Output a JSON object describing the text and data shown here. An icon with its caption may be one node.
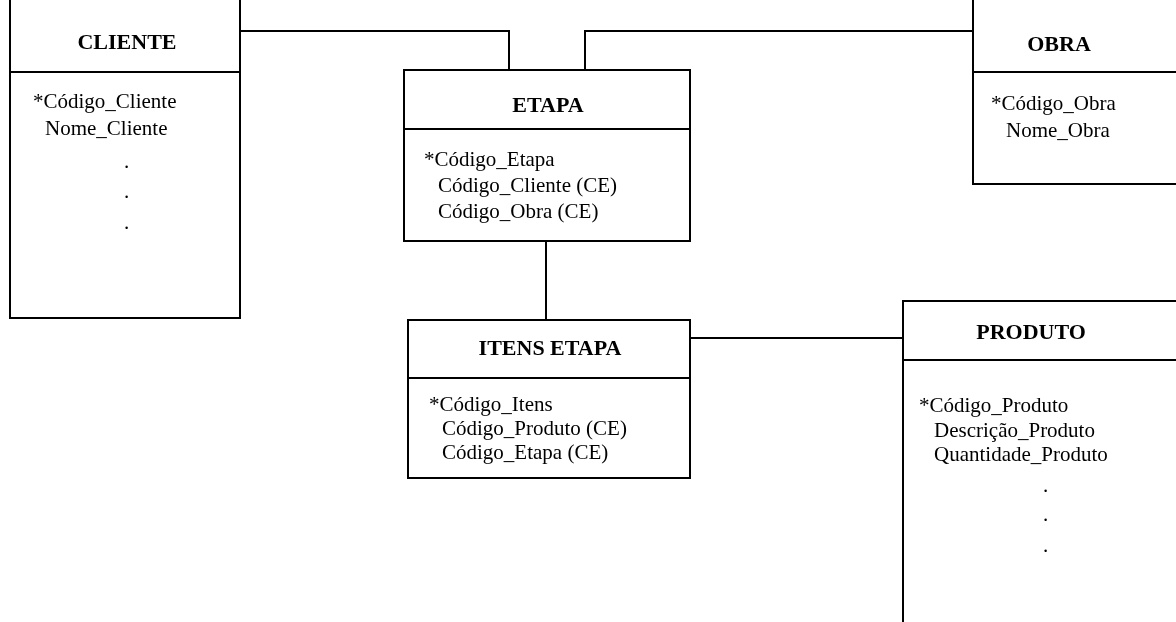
{
  "diagram": {
    "nodes": [
      {
        "text": [
          "CLIENTE",
          "*Código_Cliente",
          "Nome_Cliente",
          ".",
          ".",
          "."
        ]
      },
      {
        "text": [
          "ETAPA",
          "*Código_Etapa",
          "Código_Cliente (CE)",
          "Código_Obra (CE)"
        ]
      },
      {
        "text": [
          "OBRA",
          "*Código_Obra",
          "Nome_Obra"
        ]
      },
      {
        "text": [
          "ITENS ETAPA",
          "*Código_Itens",
          "Código_Produto (CE)",
          "Código_Etapa (CE)"
        ]
      },
      {
        "text": [
          "PRODUTO",
          "*Código_Produto",
          "Descrição_Produto",
          "Quantidade_Produto",
          ".",
          ".",
          "."
        ]
      }
    ],
    "edges": [
      {
        "from": 0,
        "to": 1,
        "arrow": "none"
      },
      {
        "from": 1,
        "to": 2,
        "arrow": "none"
      },
      {
        "from": 1,
        "to": 3,
        "arrow": "none"
      },
      {
        "from": 3,
        "to": 4,
        "arrow": "none"
      }
    ]
  }
}
